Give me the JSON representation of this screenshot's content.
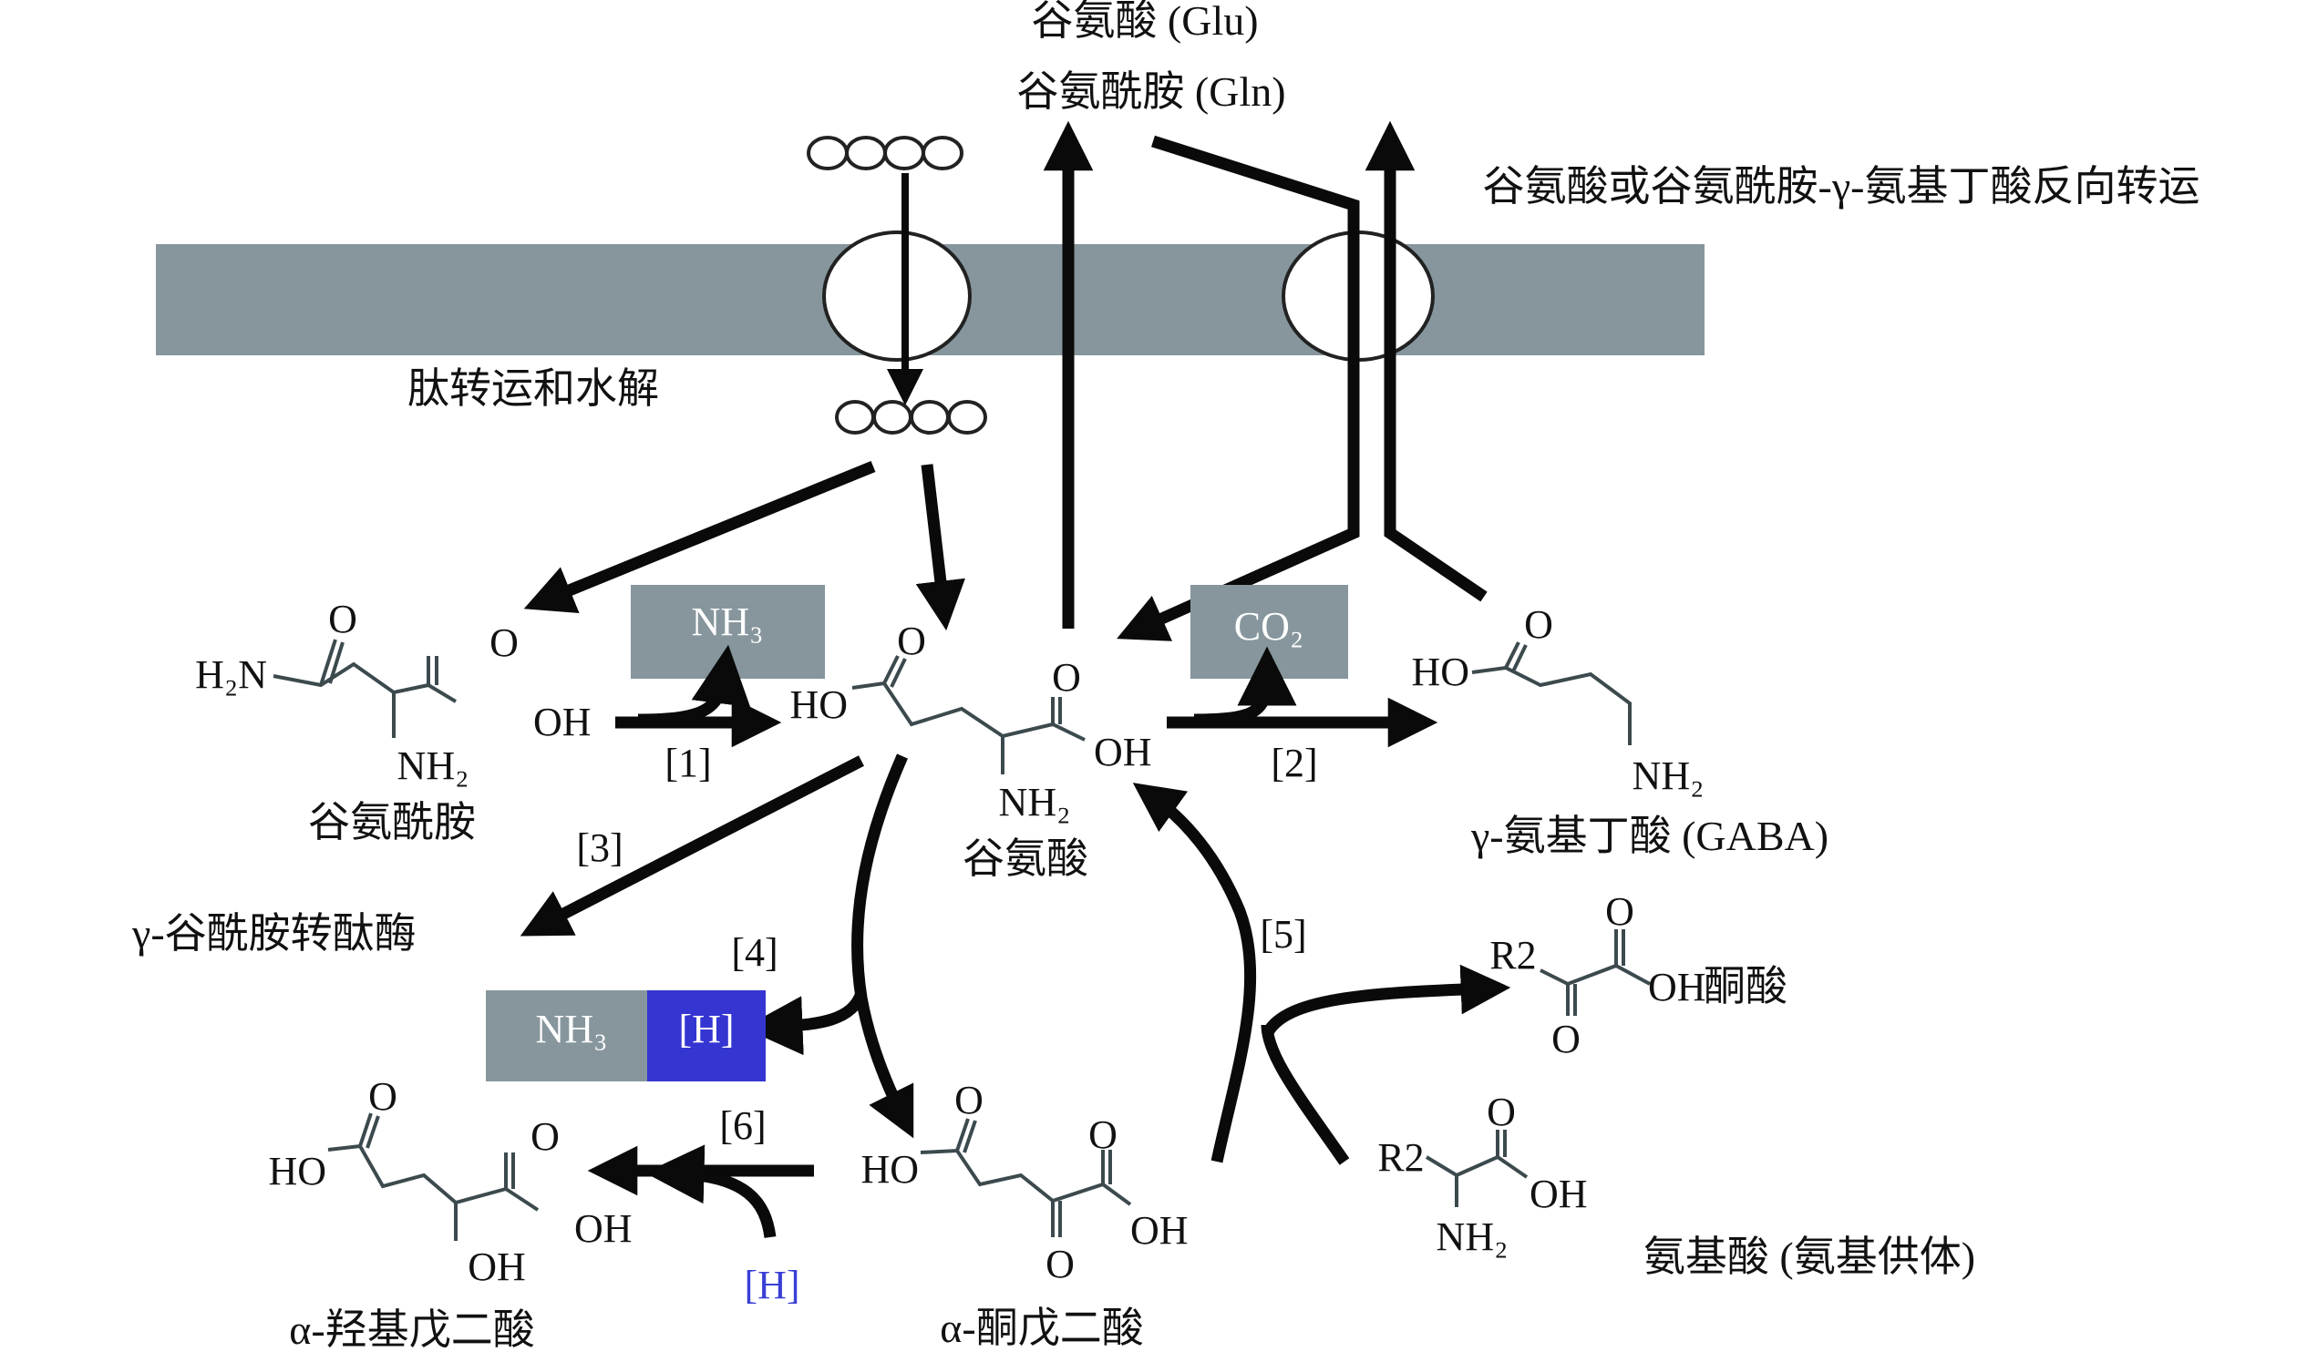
{
  "top_labels": {
    "glu": "谷氨酸 (Glu)",
    "gln": "谷氨酰胺 (Gln)",
    "antiport": "谷氨酸或谷氨酰胺-γ-氨基丁酸反向转运",
    "peptide": "肽转运和水解"
  },
  "compounds": {
    "glutamine": {
      "name": "谷氨酰胺",
      "atoms": {
        "o_amide": "O",
        "h2n": "H₂N",
        "o_acid": "O",
        "oh": "OH",
        "nh2": "NH₂"
      }
    },
    "glutamate": {
      "name": "谷氨酸",
      "atoms": {
        "o1": "O",
        "ho": "HO",
        "o2": "O",
        "oh": "OH",
        "nh2": "NH₂"
      }
    },
    "gaba": {
      "name": "γ-氨基丁酸 (GABA)",
      "atoms": {
        "o": "O",
        "ho": "HO",
        "nh2": "NH₂"
      }
    },
    "keto_acid": {
      "name": "酮酸",
      "atoms": {
        "r2": "R2",
        "o_top": "O",
        "oh": "OH",
        "o_bottom": "O"
      }
    },
    "amino_acid": {
      "name": "氨基酸 (氨基供体)",
      "atoms": {
        "r2": "R2",
        "o": "O",
        "oh": "OH",
        "nh2": "NH₂"
      }
    },
    "alpha_kg": {
      "name": "α-酮戊二酸",
      "atoms": {
        "o1": "O",
        "ho": "HO",
        "o2": "O",
        "oh": "OH",
        "o_keto": "O"
      }
    },
    "alpha_hg": {
      "name": "α-羟基戊二酸",
      "atoms": {
        "o1": "O",
        "ho": "HO",
        "o2": "O",
        "oh": "OH",
        "oh_alpha": "OH"
      }
    }
  },
  "byproducts": {
    "nh3_top": "NH₃",
    "co2": "CO₂",
    "nh3_bottom": "NH₃",
    "h_box": "[H]",
    "h_input": "[H]"
  },
  "enzyme": "γ-谷酰胺转酞酶",
  "steps": [
    "[1]",
    "[2]",
    "[3]",
    "[4]",
    "[5]",
    "[6]"
  ],
  "colors": {
    "membrane": "#86969c",
    "gray_box": "#86969c",
    "blue_box": "#3535d2",
    "blue_text": "#3a3fd6",
    "arrow": "#0a0a0a"
  }
}
